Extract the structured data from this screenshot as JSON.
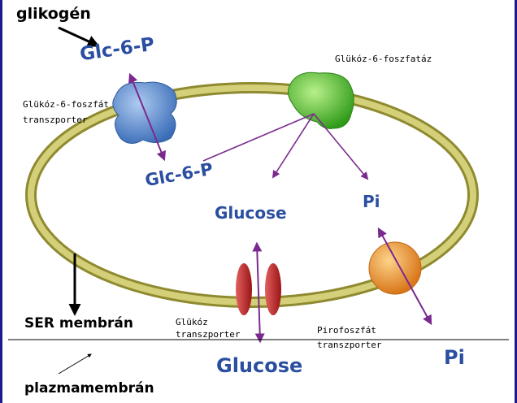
{
  "labels": {
    "glikogen": "glikogén",
    "glc6p_top": "Glc-6-P",
    "glc6p_inner": "Glc-6-P",
    "g6p_transporter_line1": "Glükóz-6-foszfát",
    "g6p_transporter_line2": "transzporter",
    "g6pase": "Glükóz-6-foszfatáz",
    "glucose_inner": "Glucose",
    "pi_inner": "Pi",
    "glucose_bottom": "Glucose",
    "pi_bottom": "Pi",
    "ser_membran": "SER membrán",
    "glukoz_transporter_line1": "Glükóz",
    "glukoz_transporter_line2": "transzporter",
    "pirofoszfat_line1": "Pirofoszfát",
    "pirofoszfat_line2": "transzporter",
    "plazmamembran": "plazmamembrán"
  },
  "colors": {
    "membrane": "#bdb95a",
    "arrow": "#7a2a8e",
    "g6p_transporter": "#4a7fc8",
    "g6pase": "#4cbb2a",
    "glucose_transporter": "#b21e1e",
    "pi_transporter": "#e8901e",
    "label_blue": "#2a4ea0",
    "frame": "#1a1a8c"
  }
}
